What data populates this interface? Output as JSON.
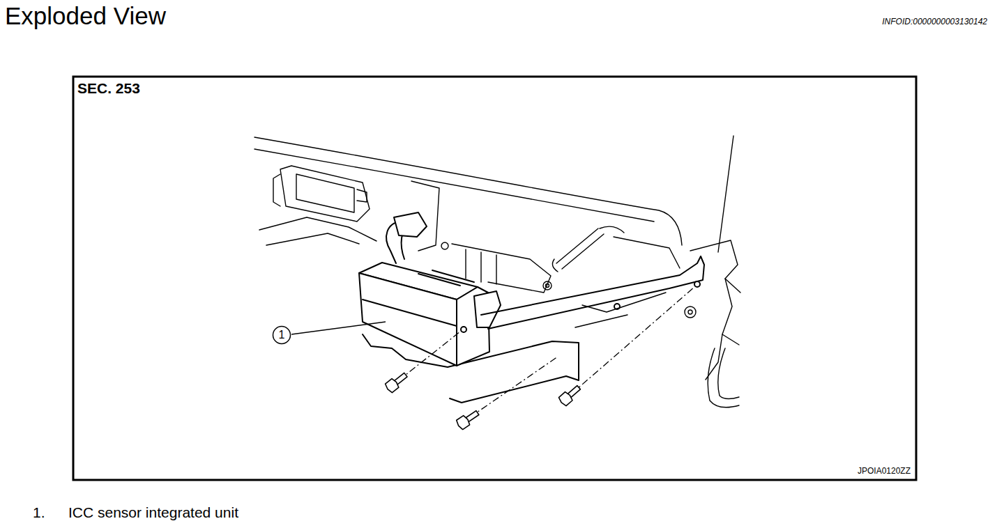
{
  "diagram": {
    "title": "Exploded View",
    "labels": [
      "INFOID:0000000003130142",
      "SEC. 253",
      "1",
      "JPOIA0120ZZ",
      "1.",
      "ICC sensor integrated unit"
    ]
  }
}
